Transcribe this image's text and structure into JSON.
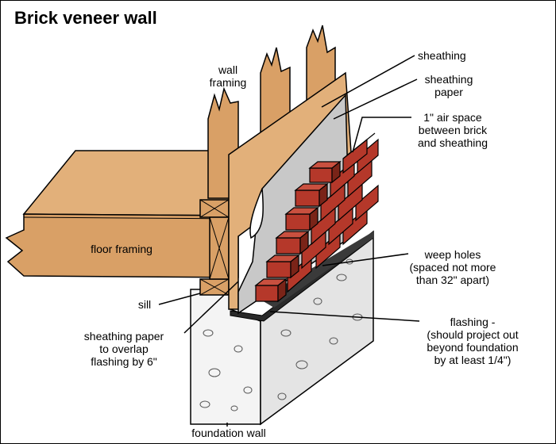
{
  "title": "Brick veneer wall",
  "labels": {
    "wall_framing": "wall\nframing",
    "sheathing": "sheathing",
    "sheathing_paper": "sheathing\npaper",
    "air_space": "1\" air space\nbetween brick\nand sheathing",
    "floor_framing": "floor framing",
    "weep_holes": "weep holes\n(spaced not more\nthan 32\" apart)",
    "sill": "sill",
    "sheathing_overlap": "sheathing paper\nto overlap\nflashing by 6\"",
    "flashing": "flashing -\n(should project out\nbeyond foundation\nby at least 1/4\")",
    "foundation_wall": "foundation wall"
  },
  "colors": {
    "wood": "#d9a066",
    "wood_dark": "#b97a3e",
    "sheathing": "#e2b07a",
    "paper": "#c8c8c8",
    "brick": "#b5382a",
    "brick_dark": "#7a2418",
    "concrete": "#f4f4f4",
    "concrete_side": "#e2e2e2",
    "flashing": "#2a2a2a"
  }
}
